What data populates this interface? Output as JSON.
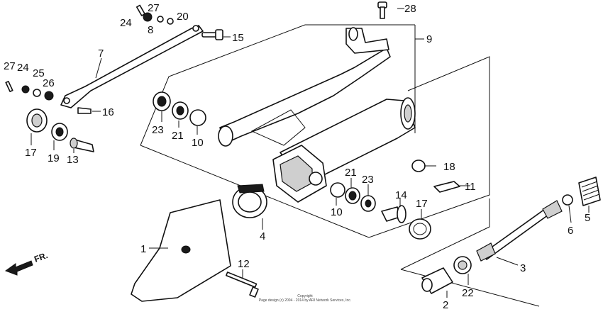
{
  "diagram": {
    "part_numbers": [
      "1",
      "2",
      "3",
      "4",
      "5",
      "6",
      "7",
      "8",
      "9",
      "10",
      "10",
      "11",
      "12",
      "13",
      "14",
      "15",
      "16",
      "17",
      "17",
      "18",
      "19",
      "20",
      "21",
      "21",
      "22",
      "23",
      "23",
      "24",
      "24",
      "25",
      "26",
      "27",
      "27",
      "28"
    ],
    "direction_label": "FR.",
    "copyright_line1": "Copyright",
    "copyright_line2": "Page design (c) 2004 - 2014 by ARI Network Services, Inc."
  }
}
